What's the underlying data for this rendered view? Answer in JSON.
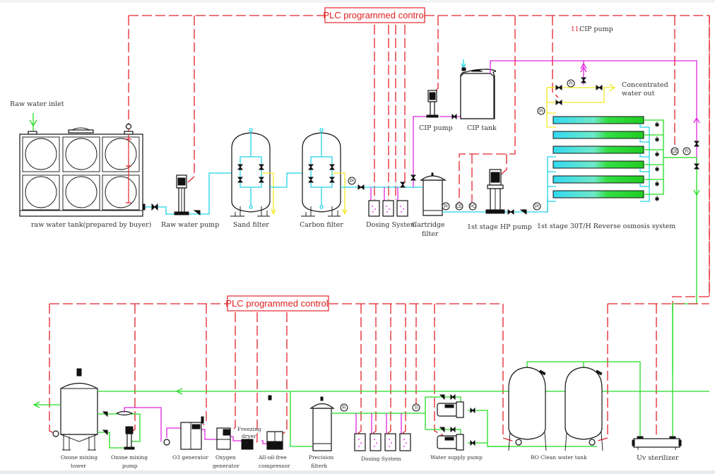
{
  "title": "Water treatment process flow diagram",
  "plc_top_label": "PLC programmed control",
  "plc_bottom_label": "PLC programmed control",
  "cip_note_number": "11.",
  "cip_note_text": "CIP pump",
  "colors": {
    "control_line": "#e3242b",
    "raw_water": "#22d3e8",
    "product_water": "#22dd22",
    "cip_chemical": "#e026e0",
    "drain_concentrate": "#f2ea2a"
  },
  "top_row": {
    "raw_water_inlet": "Raw water inlet",
    "raw_water_tank": "raw water tank(prepared by buyer)",
    "raw_water_pump": "Raw water pump",
    "sand_filter": "Sand filter",
    "carbon_filter": "Carbon filter",
    "dosing_system": "Dosing System",
    "cartridge_filter_line1": "Cartridge",
    "cartridge_filter_line2": "filter",
    "cip_pump": "CIP pump",
    "cip_tank": "CIP tank",
    "hp_pump": "1st stage HP pump",
    "ro_system": "1st stage 30T/H Reverse osmosis system",
    "concentrate_line1": "Concentrated",
    "concentrate_line2": "water out"
  },
  "bottom_row": {
    "ozone_tower_line1": "Ozone mixing",
    "ozone_tower_line2": "tower",
    "ozone_pump_line1": "Ozone mixing",
    "ozone_pump_line2": "pump",
    "o3_generator": "O3 generator",
    "oxygen_gen_line1": "Oxygen",
    "oxygen_gen_line2": "generator",
    "freezing_dryer_line1": "Freezing",
    "freezing_dryer_line2": "dryer",
    "compressor_line1": "All-oil-free",
    "compressor_line2": "compressor",
    "precision_filter_line1": "Precision",
    "precision_filter_line2": "filterk",
    "dosing_system": "Dosing System",
    "water_supply_pump": "Water supply pump",
    "ro_clean_tank": "RO Clean water tank",
    "uv_sterilizer": "Uv sterilizer"
  },
  "instruments": {
    "pi": "PI",
    "fi": "FI",
    "ce": "CE",
    "pc": "PC",
    "ti": "TI"
  }
}
